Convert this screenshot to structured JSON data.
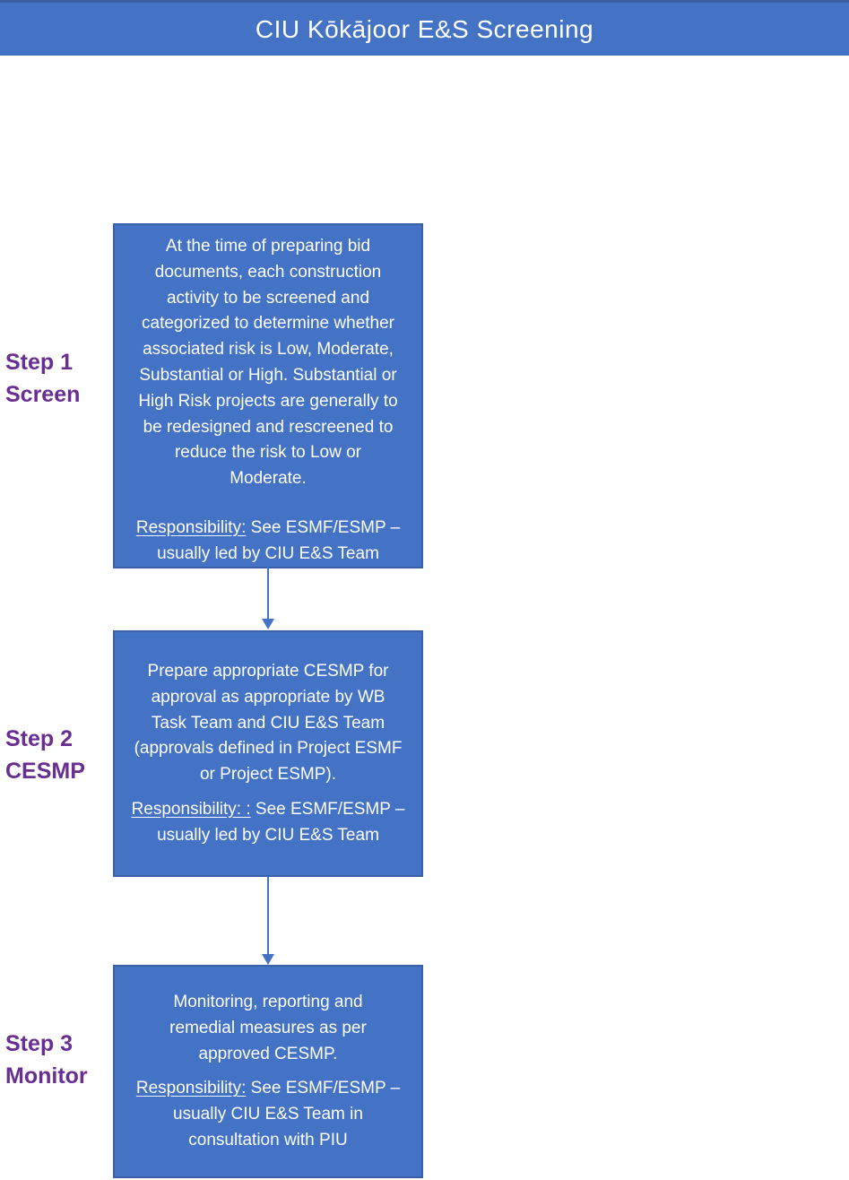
{
  "title": "CIU Kōkājoor E&S Screening",
  "colors": {
    "header_bg": "#4472C4",
    "header_top_border": "#3A5FA3",
    "box_bg": "#4472C4",
    "box_border": "#3A62A9",
    "step_label": "#682E92",
    "arrow": "#4472C4",
    "box_text": "#FFFFFF"
  },
  "steps": [
    {
      "label_line1": "Step 1",
      "label_line2": "Screen",
      "body": "At the time of preparing bid\ndocuments, each construction\nactivity to be screened and\ncategorized to determine whether\nassociated risk is Low, Moderate,\nSubstantial or High.  Substantial or\nHigh Risk projects are generally to\nbe redesigned and rescreened to\nreduce the risk to Low or\nModerate.",
      "responsibility_label": "Responsibility:",
      "responsibility_text": "See ESMF/ESMP –\nusually led by CIU E&S Team"
    },
    {
      "label_line1": "Step 2",
      "label_line2": "CESMP",
      "body": "Prepare appropriate CESMP for\napproval as appropriate by WB\nTask Team and CIU E&S Team\n(approvals defined in Project ESMF\nor Project ESMP).",
      "responsibility_label": "Responsibility: :",
      "responsibility_text": "See ESMF/ESMP –\nusually led by CIU E&S Team"
    },
    {
      "label_line1": "Step 3",
      "label_line2": "Monitor",
      "body": "Monitoring, reporting and\nremedial measures as per\napproved CESMP.",
      "responsibility_label": "Responsibility:",
      "responsibility_text": "See ESMF/ESMP –\nusually CIU E&S Team in\nconsultation with PIU"
    }
  ]
}
